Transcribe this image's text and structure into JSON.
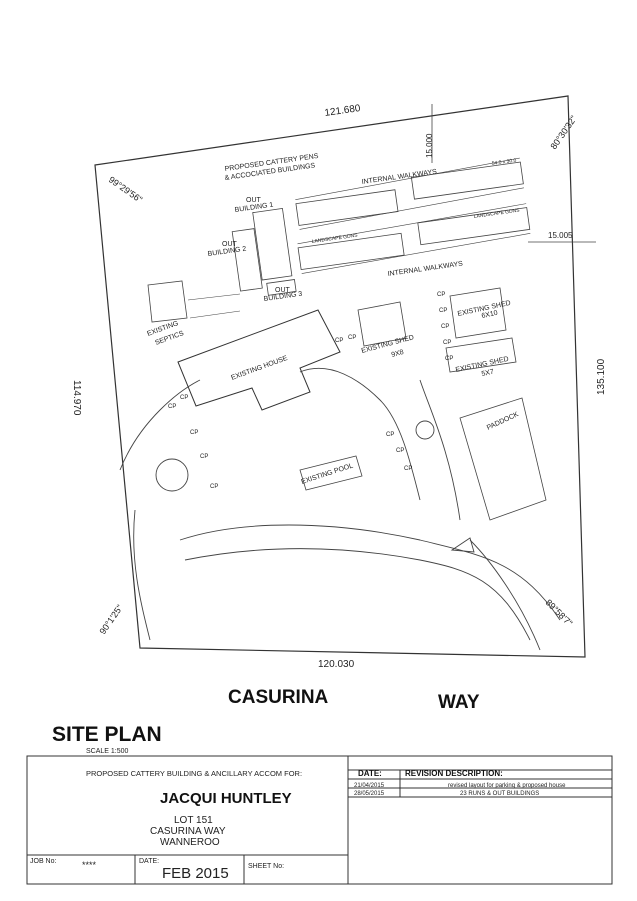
{
  "dimensions": {
    "top": "121.680",
    "top_right_offset": "15.000",
    "right_offset": "15.005",
    "right": "135.100",
    "left": "114.970",
    "bottom": "120.030",
    "walkway_size": "54.0 x 30.0"
  },
  "angles": {
    "top_left": "99°29'56\"",
    "top_right": "80°30'32\"",
    "bottom_left": "90°1'25\"",
    "bottom_right": "89°58'7\""
  },
  "plan_labels": {
    "proposed_pens_1": "PROPOSED CATTERY PENS",
    "proposed_pens_2": "& ACCOCIATED BUILDINGS",
    "internal_walkways_top": "INTERNAL WALKWAYS",
    "internal_walkways_bottom": "INTERNAL WALKWAYS",
    "out_building_1a": "OUT",
    "out_building_1b": "BUILDING 1",
    "out_building_2a": "OUT",
    "out_building_2b": "BUILDING 2",
    "out_building_3a": "OUT",
    "out_building_3b": "BUILDING 3",
    "landscape_left": "LANDSCAPE GDNS",
    "landscape_right": "LANDSCAPE GDNS",
    "existing_septics_1": "EXISTING",
    "existing_septics_2": "SEPTICS",
    "existing_house": "EXISTING HOUSE",
    "shed_9x8_1": "EXISTING SHED",
    "shed_9x8_2": "9X8",
    "shed_6x10_1": "EXISTING SHED",
    "shed_6x10_2": "6X10",
    "shed_5x7_1": "EXISTING SHED",
    "shed_5x7_2": "5X7",
    "paddock": "PADDOCK",
    "existing_pool": "EXISTING POOL",
    "cp": "CP"
  },
  "street": {
    "name": "CASURINA",
    "type": "WAY"
  },
  "title": {
    "main": "SITE PLAN",
    "scale": "SCALE 1:500"
  },
  "title_block": {
    "purpose": "PROPOSED CATTERY BUILDING & ANCILLARY ACCOM FOR:",
    "client": "JACQUI HUNTLEY",
    "lot": "LOT 151",
    "street": "CASURINA WAY",
    "suburb": "WANNEROO",
    "date_header": "DATE:",
    "revision_header": "REVISION DESCRIPTION:",
    "revisions": [
      {
        "date": "21/04/2015",
        "description": "revised layout for parking & proposed house"
      },
      {
        "date": "28/05/2015",
        "description": "23 RUNS & OUT BUILDINGS"
      }
    ],
    "job_label": "JOB No:",
    "job_value": "****",
    "date_label": "DATE:",
    "date_value": "FEB 2015",
    "sheet_label": "SHEET No:"
  }
}
